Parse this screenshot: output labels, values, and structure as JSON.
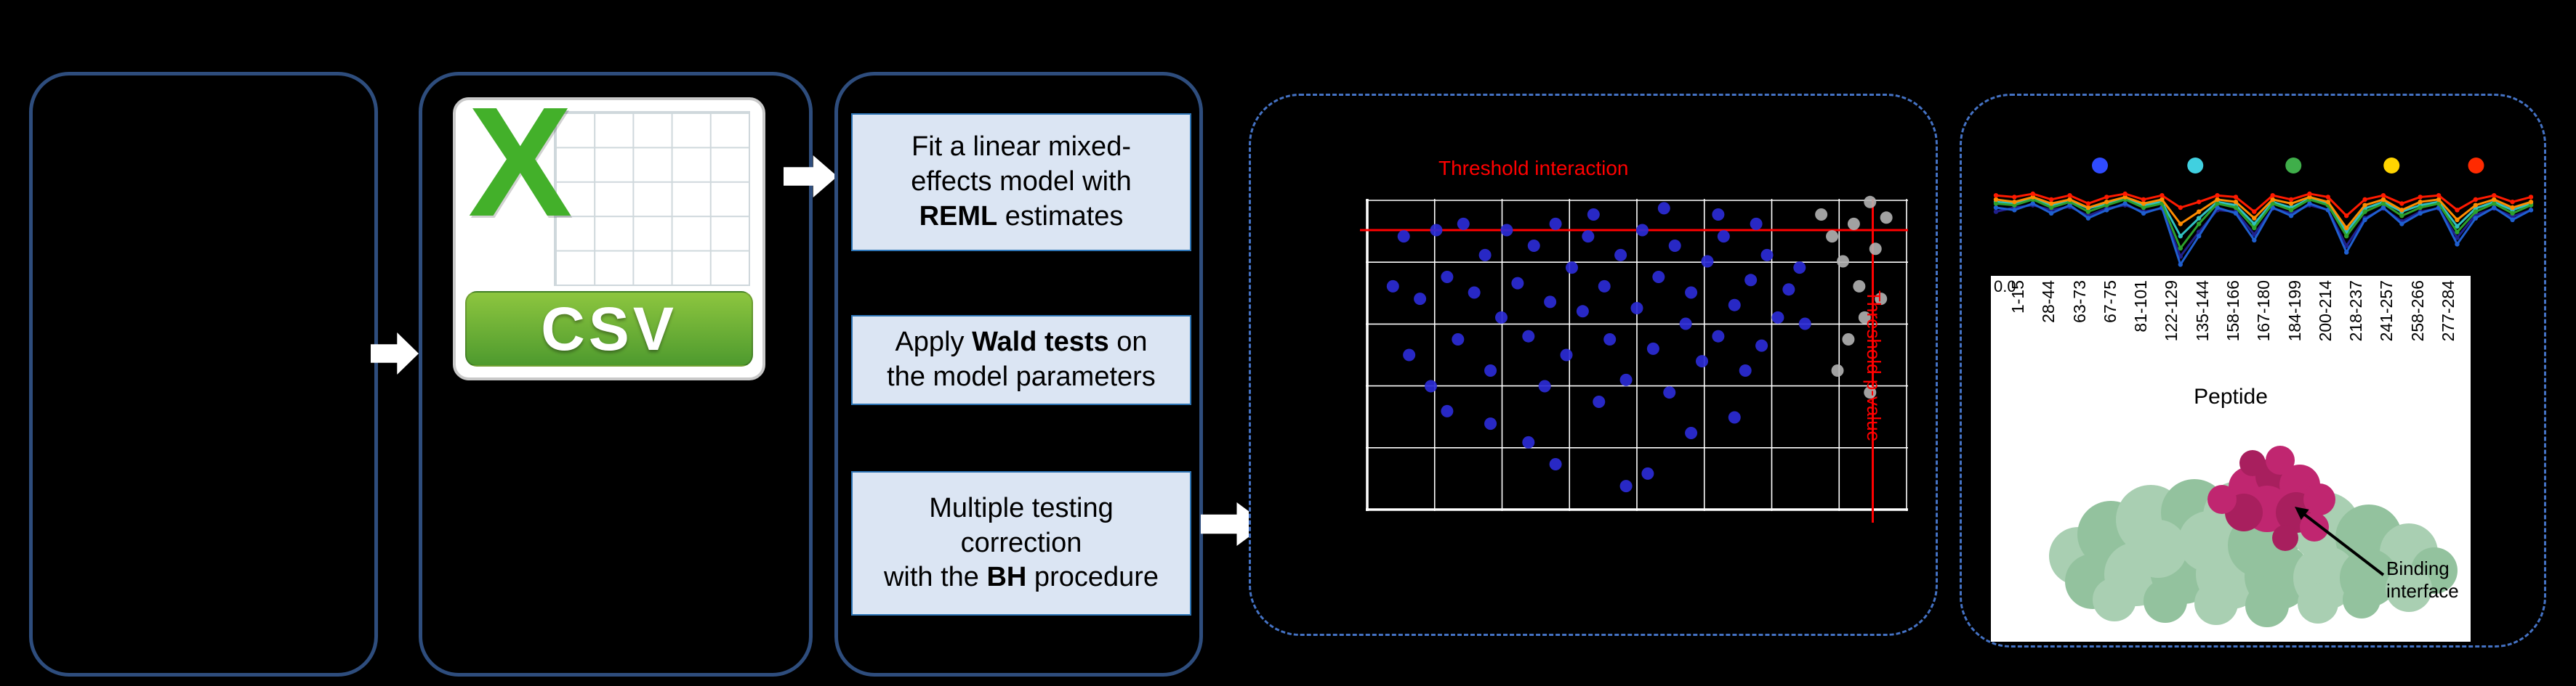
{
  "colors": {
    "background": "#000000",
    "panel_border": "#2e4d7d",
    "dashed_border": "#4472c4",
    "flow_box_fill": "#dbe5f3",
    "flow_box_border": "#2e75b6",
    "flow_arrow": "#2e75b6",
    "block_arrow": "#ffffff",
    "threshold_red": "#ff0000",
    "dot_blue": "#2b2bd6",
    "dot_gray": "#b3b3b3",
    "csv_green": "#43b02a",
    "csv_banner_top": "#8dc63f",
    "csv_banner_bottom": "#4e9a2e",
    "protein_green": "#a9cfb2",
    "protein_green_dark": "#93c29e",
    "protein_magenta": "#c02670"
  },
  "csv": {
    "letter": "X",
    "banner": "CSV"
  },
  "pipeline": {
    "step1": {
      "line1": "Fit a linear mixed-",
      "line2": "effects model with",
      "bold": "REML",
      "rest": " estimates"
    },
    "step2": {
      "pre": "Apply ",
      "bold": "Wald tests",
      "post": " on",
      "line2": "the model parameters"
    },
    "step3": {
      "line1": "Multiple testing",
      "line2": "correction",
      "pre": "with the ",
      "bold": "BH",
      "post": " procedure"
    }
  },
  "volcano": {
    "title": "Threshold interaction",
    "side_label": "Threshold p-value",
    "grid_cols": 8,
    "grid_rows": 5,
    "threshold_y_frac": 0.1,
    "threshold_x_frac": 0.935,
    "blue_points": [
      [
        0.05,
        0.28
      ],
      [
        0.07,
        0.12
      ],
      [
        0.08,
        0.5
      ],
      [
        0.1,
        0.32
      ],
      [
        0.12,
        0.6
      ],
      [
        0.13,
        0.1
      ],
      [
        0.15,
        0.25
      ],
      [
        0.15,
        0.68
      ],
      [
        0.17,
        0.45
      ],
      [
        0.18,
        0.08
      ],
      [
        0.2,
        0.3
      ],
      [
        0.22,
        0.18
      ],
      [
        0.23,
        0.55
      ],
      [
        0.23,
        0.72
      ],
      [
        0.25,
        0.38
      ],
      [
        0.26,
        0.1
      ],
      [
        0.28,
        0.27
      ],
      [
        0.3,
        0.44
      ],
      [
        0.3,
        0.78
      ],
      [
        0.31,
        0.15
      ],
      [
        0.33,
        0.6
      ],
      [
        0.34,
        0.33
      ],
      [
        0.35,
        0.08
      ],
      [
        0.35,
        0.85
      ],
      [
        0.37,
        0.5
      ],
      [
        0.38,
        0.22
      ],
      [
        0.4,
        0.36
      ],
      [
        0.41,
        0.12
      ],
      [
        0.42,
        0.05
      ],
      [
        0.43,
        0.65
      ],
      [
        0.44,
        0.28
      ],
      [
        0.45,
        0.45
      ],
      [
        0.47,
        0.18
      ],
      [
        0.48,
        0.58
      ],
      [
        0.48,
        0.92
      ],
      [
        0.5,
        0.35
      ],
      [
        0.51,
        0.1
      ],
      [
        0.52,
        0.88
      ],
      [
        0.53,
        0.48
      ],
      [
        0.54,
        0.25
      ],
      [
        0.55,
        0.03
      ],
      [
        0.56,
        0.62
      ],
      [
        0.57,
        0.15
      ],
      [
        0.59,
        0.4
      ],
      [
        0.6,
        0.3
      ],
      [
        0.6,
        0.75
      ],
      [
        0.62,
        0.52
      ],
      [
        0.63,
        0.2
      ],
      [
        0.65,
        0.05
      ],
      [
        0.65,
        0.44
      ],
      [
        0.66,
        0.12
      ],
      [
        0.68,
        0.34
      ],
      [
        0.68,
        0.7
      ],
      [
        0.7,
        0.55
      ],
      [
        0.71,
        0.26
      ],
      [
        0.72,
        0.08
      ],
      [
        0.73,
        0.47
      ],
      [
        0.74,
        0.18
      ],
      [
        0.76,
        0.38
      ],
      [
        0.78,
        0.29
      ],
      [
        0.8,
        0.22
      ],
      [
        0.81,
        0.4
      ]
    ],
    "gray_points": [
      [
        0.84,
        0.05
      ],
      [
        0.86,
        0.12
      ],
      [
        0.87,
        0.55
      ],
      [
        0.88,
        0.2
      ],
      [
        0.89,
        0.45
      ],
      [
        0.9,
        0.08
      ],
      [
        0.91,
        0.28
      ],
      [
        0.92,
        0.38
      ],
      [
        0.93,
        0.01
      ],
      [
        0.93,
        0.62
      ],
      [
        0.94,
        0.16
      ],
      [
        0.95,
        0.32
      ],
      [
        0.96,
        0.06
      ]
    ]
  },
  "profile": {
    "legend_dots": [
      {
        "fx": 0.2,
        "color": "#2f4bff"
      },
      {
        "fx": 0.375,
        "color": "#40d0e0"
      },
      {
        "fx": 0.555,
        "color": "#3fae4a"
      },
      {
        "fx": 0.735,
        "color": "#ffd400"
      },
      {
        "fx": 0.89,
        "color": "#ff2a00"
      }
    ],
    "series": [
      {
        "name": "navy",
        "color": "#20208c",
        "values": [
          0.3,
          0.25,
          0.22,
          0.28,
          0.24,
          0.35,
          0.26,
          0.22,
          0.3,
          0.26,
          0.85,
          0.55,
          0.28,
          0.3,
          0.58,
          0.26,
          0.32,
          0.22,
          0.28,
          0.72,
          0.38,
          0.26,
          0.42,
          0.3,
          0.26,
          0.62,
          0.34,
          0.26,
          0.36,
          0.28
        ]
      },
      {
        "name": "blue",
        "color": "#1f5fd0",
        "values": [
          0.25,
          0.28,
          0.2,
          0.32,
          0.22,
          0.38,
          0.28,
          0.2,
          0.32,
          0.25,
          0.95,
          0.6,
          0.25,
          0.32,
          0.65,
          0.25,
          0.35,
          0.2,
          0.28,
          0.8,
          0.4,
          0.25,
          0.45,
          0.32,
          0.25,
          0.7,
          0.38,
          0.25,
          0.4,
          0.28
        ]
      },
      {
        "name": "cyan",
        "color": "#30c0c0",
        "values": [
          0.18,
          0.2,
          0.14,
          0.22,
          0.16,
          0.26,
          0.2,
          0.14,
          0.22,
          0.18,
          0.6,
          0.38,
          0.18,
          0.22,
          0.45,
          0.18,
          0.25,
          0.14,
          0.2,
          0.55,
          0.26,
          0.18,
          0.3,
          0.22,
          0.18,
          0.48,
          0.26,
          0.18,
          0.28,
          0.2
        ]
      },
      {
        "name": "green",
        "color": "#2ca02c",
        "values": [
          0.2,
          0.22,
          0.15,
          0.25,
          0.18,
          0.3,
          0.22,
          0.15,
          0.25,
          0.2,
          0.75,
          0.45,
          0.2,
          0.25,
          0.5,
          0.2,
          0.28,
          0.15,
          0.22,
          0.6,
          0.3,
          0.2,
          0.35,
          0.25,
          0.2,
          0.55,
          0.3,
          0.2,
          0.32,
          0.22
        ]
      },
      {
        "name": "orange",
        "color": "#ff8c00",
        "values": [
          0.15,
          0.18,
          0.12,
          0.2,
          0.15,
          0.25,
          0.18,
          0.12,
          0.2,
          0.15,
          0.45,
          0.3,
          0.15,
          0.18,
          0.38,
          0.15,
          0.2,
          0.12,
          0.18,
          0.5,
          0.22,
          0.15,
          0.28,
          0.18,
          0.15,
          0.4,
          0.22,
          0.15,
          0.25,
          0.18
        ]
      },
      {
        "name": "red",
        "color": "#ff1a00",
        "values": [
          0.1,
          0.12,
          0.08,
          0.15,
          0.1,
          0.2,
          0.12,
          0.08,
          0.15,
          0.1,
          0.25,
          0.18,
          0.1,
          0.12,
          0.3,
          0.1,
          0.15,
          0.08,
          0.12,
          0.35,
          0.15,
          0.1,
          0.2,
          0.12,
          0.1,
          0.28,
          0.15,
          0.1,
          0.18,
          0.12
        ]
      }
    ]
  },
  "peptide": {
    "axis_zero": "0.0",
    "ticks": [
      "1-15",
      "28-44",
      "63-73",
      "67-75",
      "81-101",
      "122-129",
      "135-144",
      "158-166",
      "167-180",
      "184-199",
      "200-214",
      "218-237",
      "241-257",
      "258-266",
      "277-284"
    ],
    "xlabel": "Peptide"
  },
  "protein": {
    "annotation_line1": "Binding",
    "annotation_line2": "interface"
  }
}
